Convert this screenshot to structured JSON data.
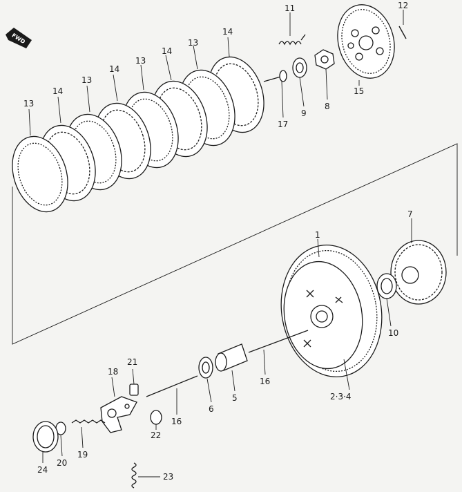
{
  "diagram": {
    "direction_badge": "FWD",
    "callouts": {
      "c1": "1",
      "c234": "2·3·4",
      "c5": "5",
      "c6": "6",
      "c7": "7",
      "c8": "8",
      "c9": "9",
      "c10": "10",
      "c11": "11",
      "c12": "12",
      "c13": "13",
      "c14": "14",
      "c15": "15",
      "c16": "16",
      "c17": "17",
      "c18": "18",
      "c19": "19",
      "c20": "20",
      "c21": "21",
      "c22": "22",
      "c23": "23",
      "c24": "24"
    }
  }
}
